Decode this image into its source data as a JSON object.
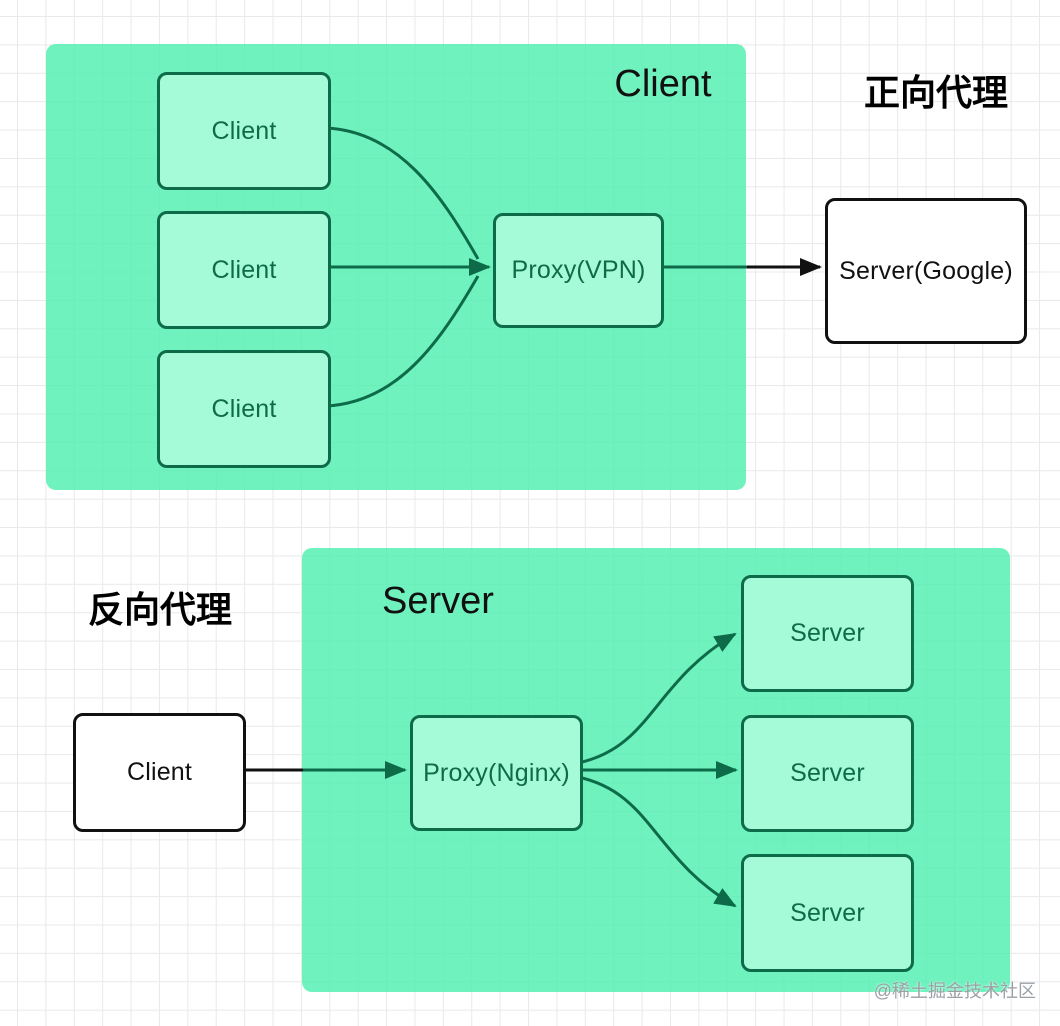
{
  "colors": {
    "container_fill": "rgba(75,239,174,0.8)",
    "node_fill": "#a5fbd8",
    "stroke_green": "#0e6b4a",
    "stroke_black": "#111111",
    "grid_line": "#e9e9e9",
    "watermark_color": "#9aa0a6"
  },
  "forward_proxy": {
    "section_label": "正向代理",
    "group_title": "Client",
    "clients": [
      "Client",
      "Client",
      "Client"
    ],
    "proxy_label": "Proxy(VPN)",
    "server_label": "Server(Google)"
  },
  "reverse_proxy": {
    "section_label": "反向代理",
    "group_title": "Server",
    "client_label": "Client",
    "proxy_label": "Proxy(Nginx)",
    "servers": [
      "Server",
      "Server",
      "Server"
    ]
  },
  "watermark_text": "@稀土掘金技术社区"
}
